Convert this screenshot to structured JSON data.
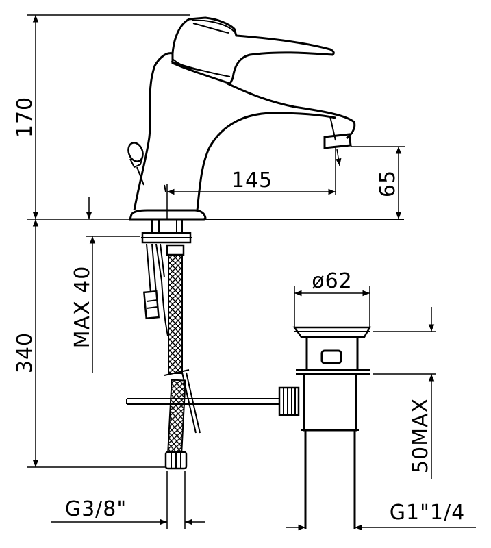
{
  "dimensions": {
    "height_top": "170",
    "height_bottom": "340",
    "spout_reach": "145",
    "spout_height": "65",
    "max_40": "MAX 40",
    "diameter": "ø62",
    "max_50": "50MAX",
    "thread_left": "G3/8\"",
    "thread_right": "G1\"1/4"
  }
}
